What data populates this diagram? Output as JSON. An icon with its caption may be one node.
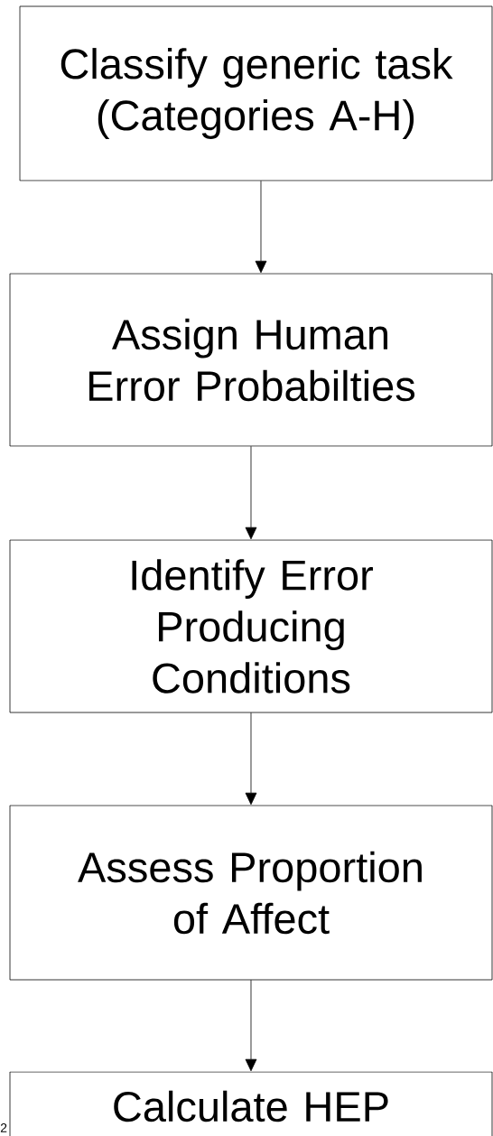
{
  "diagram": {
    "nodes": [
      {
        "text": [
          "Classify generic task (Categories A-H)"
        ]
      },
      {
        "text": [
          "Assign Human Error Probabilties"
        ]
      },
      {
        "text": [
          "Identify Error Producing Conditions"
        ]
      },
      {
        "text": [
          "Assess Proportion of Affect"
        ]
      },
      {
        "text": [
          "Calculate HEP"
        ]
      }
    ],
    "edges": [
      {
        "from": 0,
        "to": 1,
        "arrow": "to"
      },
      {
        "from": 1,
        "to": 2,
        "arrow": "to"
      },
      {
        "from": 2,
        "to": 3,
        "arrow": "to"
      },
      {
        "from": 3,
        "to": 4,
        "arrow": "to"
      }
    ],
    "labels": [
      "2"
    ]
  }
}
